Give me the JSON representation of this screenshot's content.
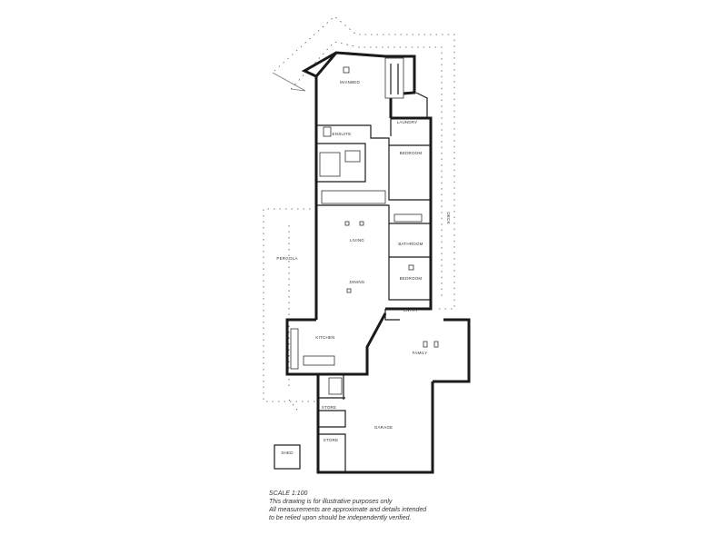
{
  "plan": {
    "rooms": {
      "main_bed": {
        "name": "MAINBED",
        "dims": ""
      },
      "laundry": {
        "name": "LAUNDRY",
        "dims": ""
      },
      "ensuite": {
        "name": "ENSUITE",
        "dims": ""
      },
      "bedroom_1": {
        "name": "BEDROOM",
        "dims": ""
      },
      "bathroom": {
        "name": "BATHROOM",
        "dims": ""
      },
      "living": {
        "name": "LIVING",
        "dims": ""
      },
      "dining": {
        "name": "DINING",
        "dims": ""
      },
      "bedroom_2": {
        "name": "BEDROOM",
        "dims": ""
      },
      "pergola": {
        "name": "PERGOLA",
        "dims": ""
      },
      "deck": {
        "name": "DECK",
        "dims": ""
      },
      "kitchen": {
        "name": "KITCHEN",
        "dims": ""
      },
      "family": {
        "name": "FAMILY",
        "dims": ""
      },
      "entry": {
        "name": "ENTRY",
        "dims": ""
      },
      "garage": {
        "name": "GARAGE",
        "dims": ""
      },
      "store_1": {
        "name": "STORE",
        "dims": ""
      },
      "store_2": {
        "name": "STORE",
        "dims": ""
      },
      "shed": {
        "name": "SHED",
        "dims": ""
      }
    },
    "notes": {
      "scale": "SCALE 1:100",
      "line_1": "This drawing is for illustrative purposes only",
      "line_2": "All measurements are approximate and details intended",
      "line_3": "to be relied upon should be independently verified."
    }
  }
}
